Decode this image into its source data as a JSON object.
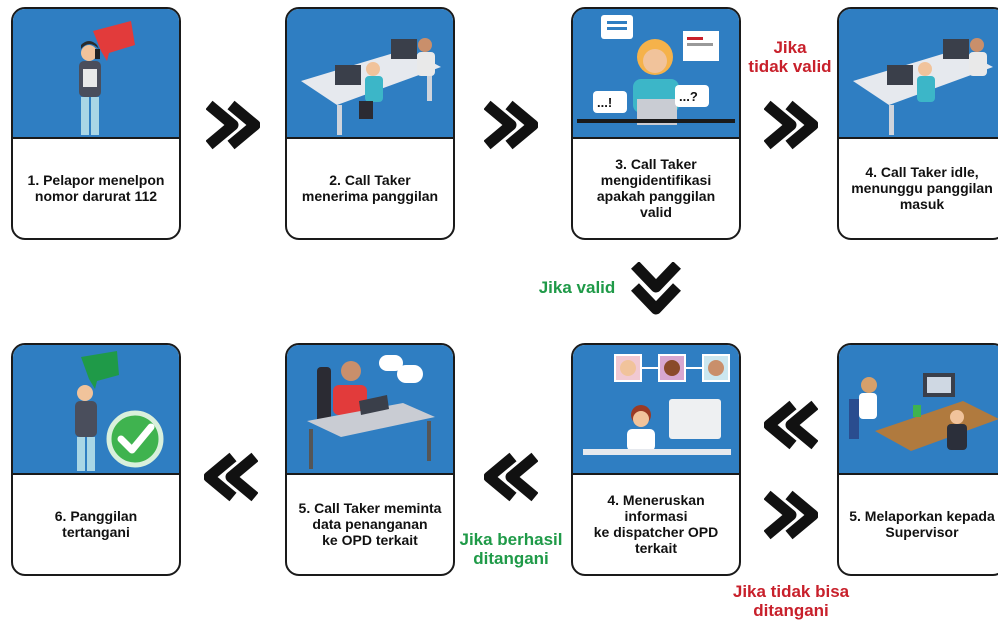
{
  "steps": [
    {
      "text": "1. Pelapor menelpon\nnomor darurat 112"
    },
    {
      "text": "2. Call Taker\nmenerima panggilan"
    },
    {
      "text": "3. Call Taker\nmengidentifikasi\napakah panggilan valid"
    },
    {
      "text": "4. Call Taker idle,\nmenunggu panggilan\nmasuk"
    },
    {
      "text": "6. Panggilan tertangani"
    },
    {
      "text": "5. Call Taker meminta\ndata penanganan\nke OPD terkait"
    },
    {
      "text": "4. Meneruskan informasi\nke dispatcher OPD terkait"
    },
    {
      "text": "5. Melaporkan kepada\nSupervisor"
    }
  ],
  "labels": {
    "tidak_valid": "Jika\ntidak valid",
    "valid": "Jika valid",
    "berhasil": "Jika berhasil\nditangani",
    "tidak_bisa": "Jika tidak bisa\nditangani"
  },
  "screen_texts": {
    "bubble_left": "...!",
    "bubble_right": "...?"
  },
  "colors": {
    "panel_blue": "#2f7ec2",
    "red_label": "#c8202b",
    "green_label": "#1f9a48",
    "arrow": "#111111"
  }
}
